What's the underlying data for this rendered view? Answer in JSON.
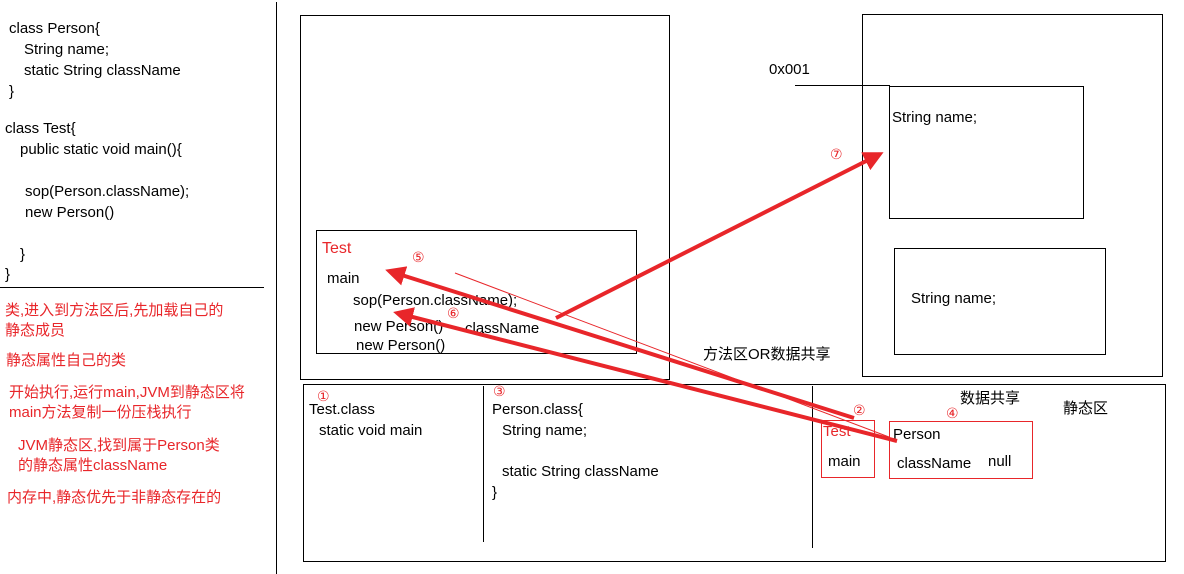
{
  "code": {
    "lines": [
      "class Person{",
      "String name;",
      "static String className",
      "}",
      "class Test{",
      "public static void main(){",
      "sop(Person.className);",
      "new Person()",
      "}",
      "}"
    ]
  },
  "notes": [
    "类,进入到方法区后,先加载自己的",
    "静态成员",
    "静态属性自己的类",
    "开始执行,运行main,JVM到静态区将",
    "main方法复制一份压栈执行",
    "JVM静态区,找到属于Person类",
    "的静态属性className",
    "内存中,静态优先于非静态存在的"
  ],
  "stack": {
    "frame_title": "Test",
    "main": "main",
    "sop": "sop(Person.className);",
    "new1": "new Person()",
    "classname": "className",
    "new2": "new Person()"
  },
  "heap": {
    "address": "0x001",
    "obj1_field": "String name;",
    "obj2_field": "String name;"
  },
  "method_area_label": "方法区OR数据共享",
  "method_area": {
    "test_class": "Test.class",
    "static_main": "static void main",
    "person_class": "Person.class{",
    "person_name": "String name;",
    "person_static": "static String className",
    "person_close": "}",
    "shared_label": "数据共享",
    "static_label": "静态区",
    "static_test": "Test",
    "static_main_small": "main",
    "static_person": "Person",
    "static_classname": "className",
    "static_null": "null"
  },
  "markers": [
    "①",
    "②",
    "③",
    "④",
    "⑤",
    "⑥",
    "⑦"
  ],
  "colors": {
    "accent_red": "#e8262a",
    "line_black": "#000000"
  }
}
